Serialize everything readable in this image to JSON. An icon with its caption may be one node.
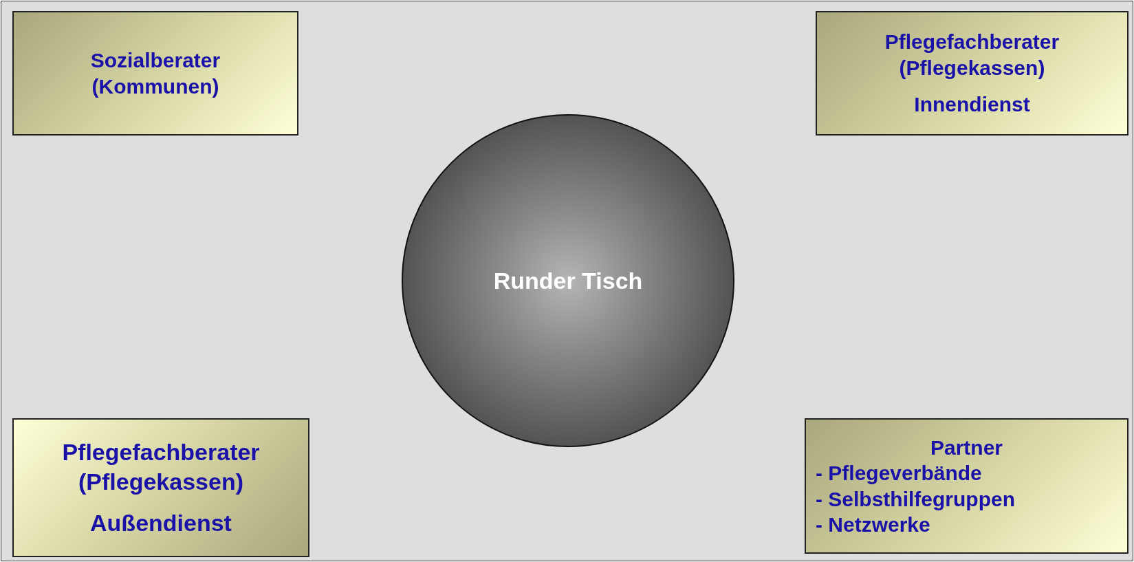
{
  "diagram": {
    "nodes": [
      {
        "text": [
          "Sozialberater (Kommunen)"
        ]
      },
      {
        "text": [
          "Pflegefachberater (Pflegekassen)",
          "Innendienst"
        ]
      },
      {
        "text": [
          "Runder Tisch"
        ]
      },
      {
        "text": [
          "Pflegefachberater (Pflegekassen)",
          "Außendienst"
        ]
      },
      {
        "text": [
          "Partner",
          "- Pflegeverbände",
          "- Selbsthilfegruppen",
          "- Netzwerke"
        ]
      }
    ],
    "edges": []
  }
}
